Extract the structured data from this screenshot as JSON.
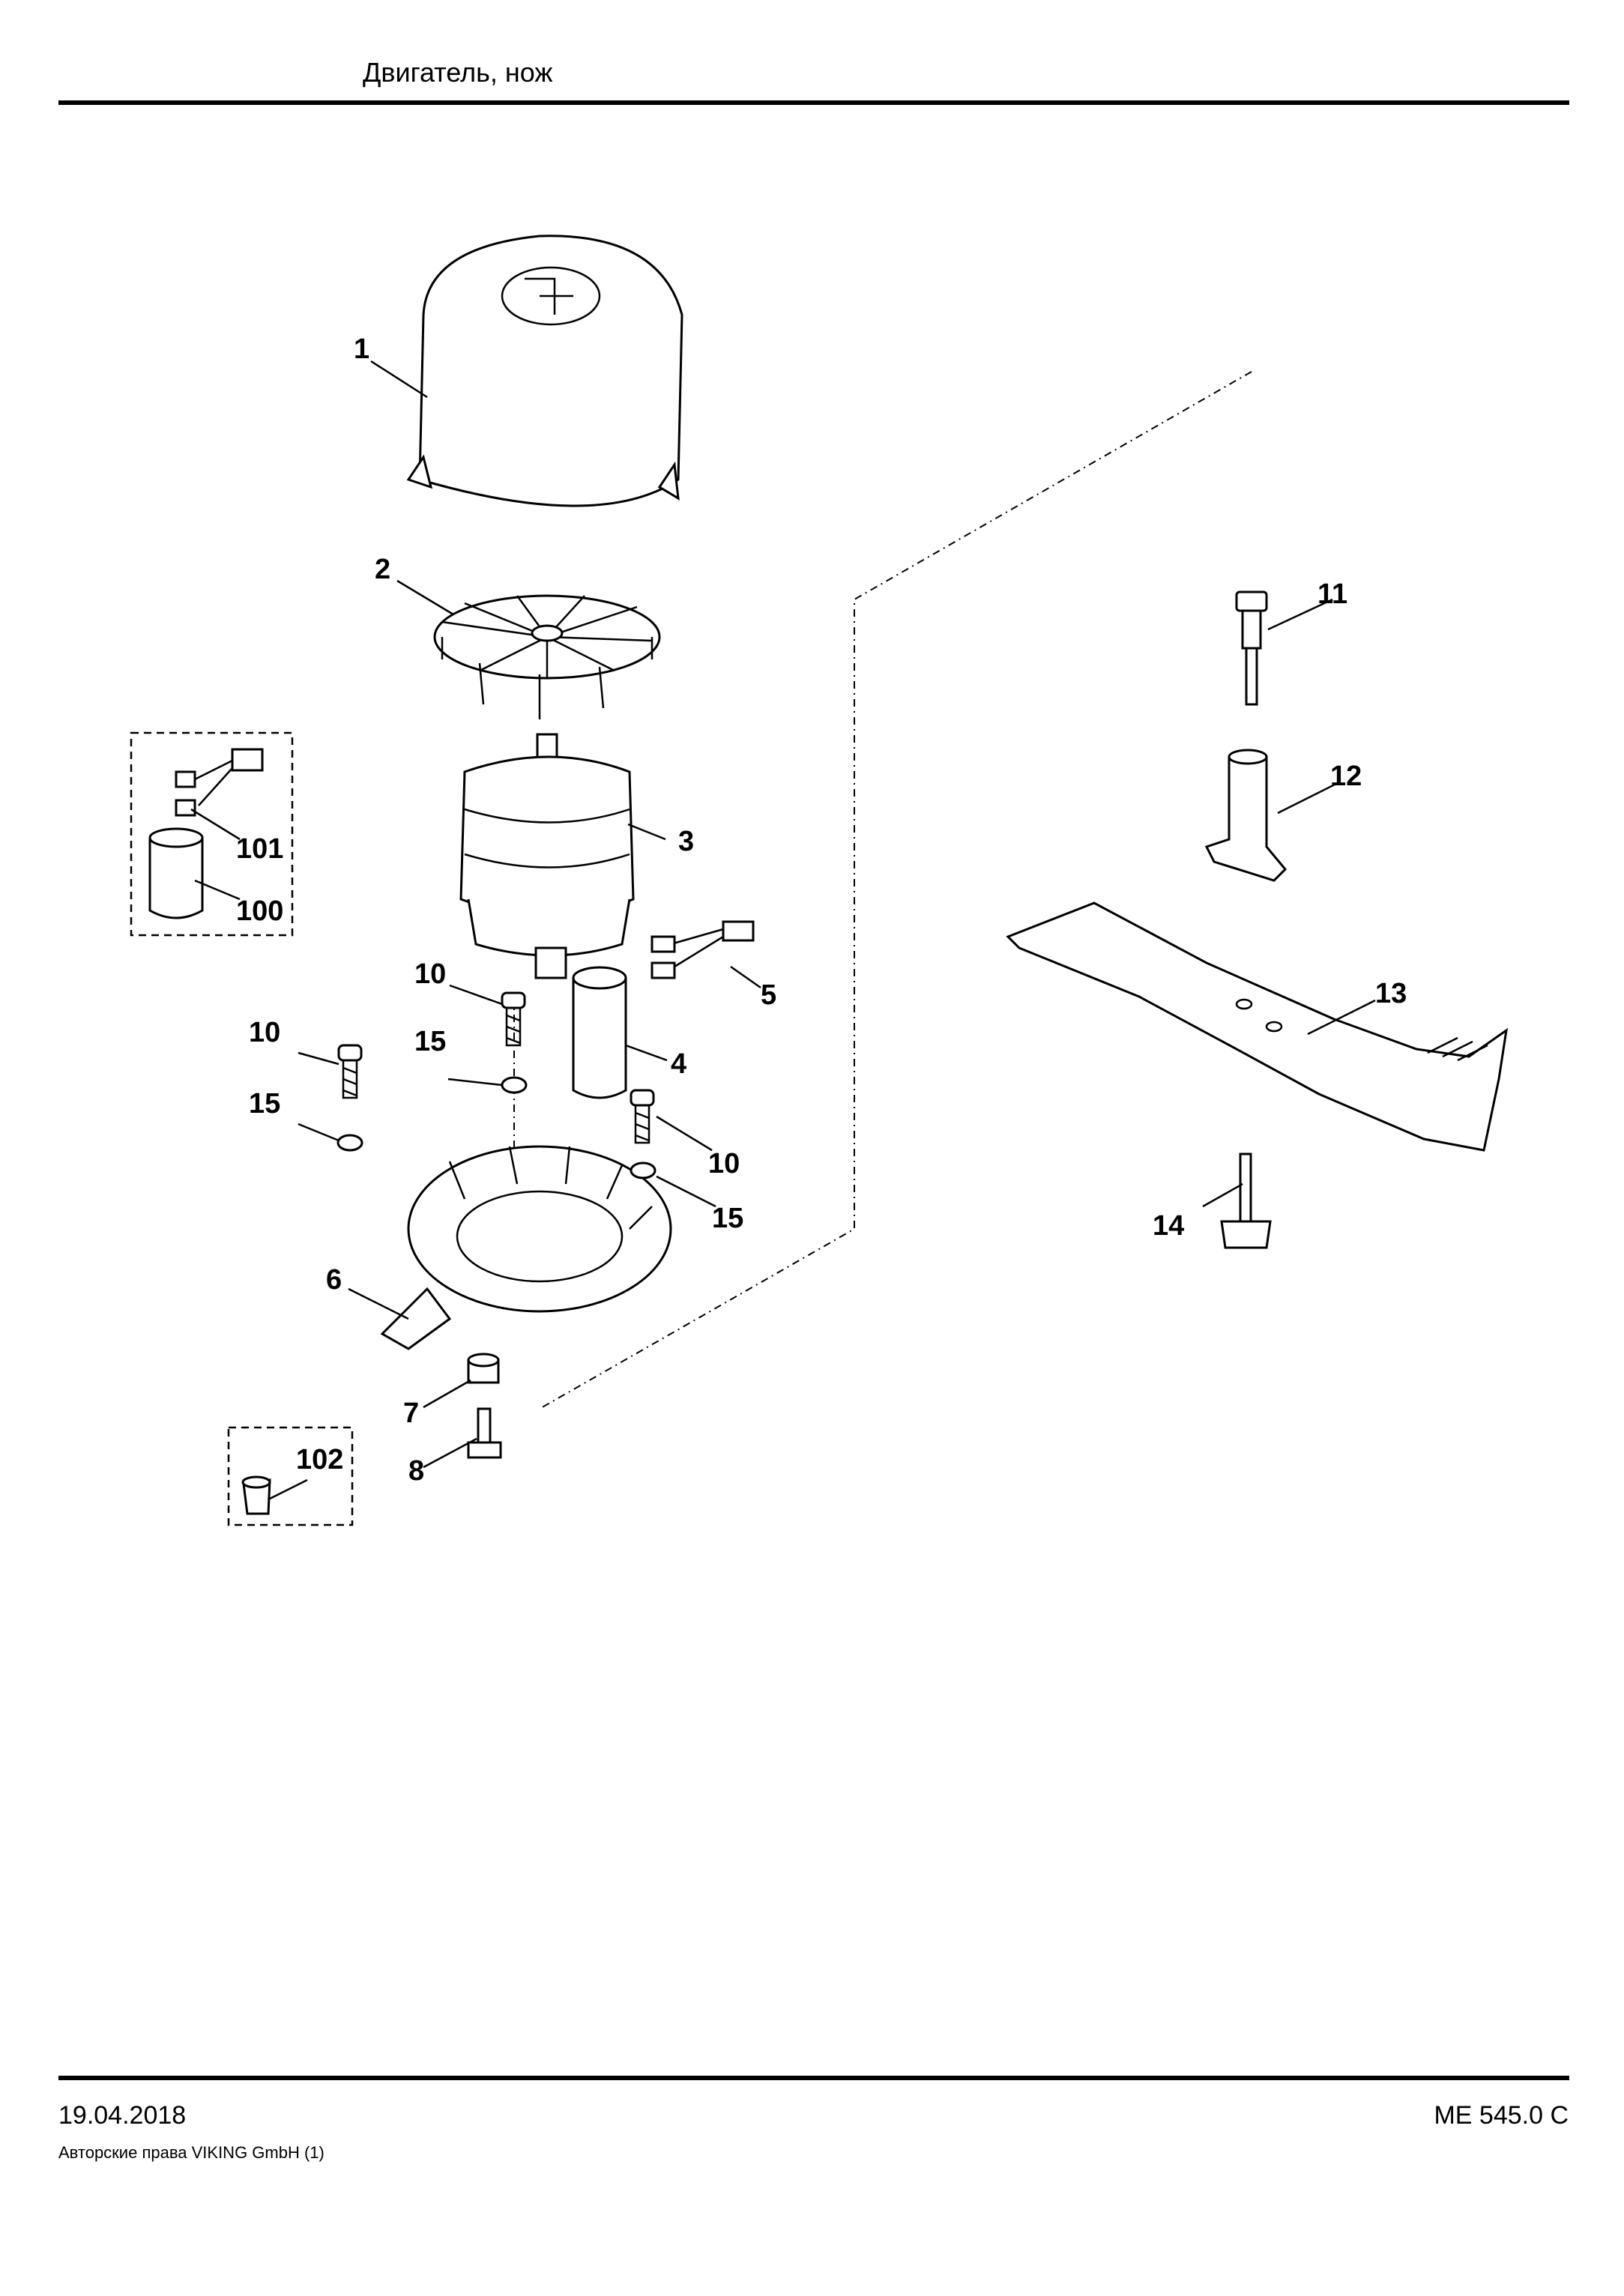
{
  "header": {
    "title": "Двигатель, нож"
  },
  "footer": {
    "date": "19.04.2018",
    "copyright": "Авторские права VIKING GmbH  (1)",
    "model_code": "ME 545.0 C"
  },
  "callouts": {
    "c1": "1",
    "c2": "2",
    "c3": "3",
    "c4": "4",
    "c5": "5",
    "c6": "6",
    "c7": "7",
    "c8": "8",
    "c10a": "10",
    "c10b": "10",
    "c10c": "10",
    "c11": "11",
    "c12": "12",
    "c13": "13",
    "c14": "14",
    "c15a": "15",
    "c15b": "15",
    "c15c": "15",
    "c100": "100",
    "c101": "101",
    "c102": "102"
  }
}
